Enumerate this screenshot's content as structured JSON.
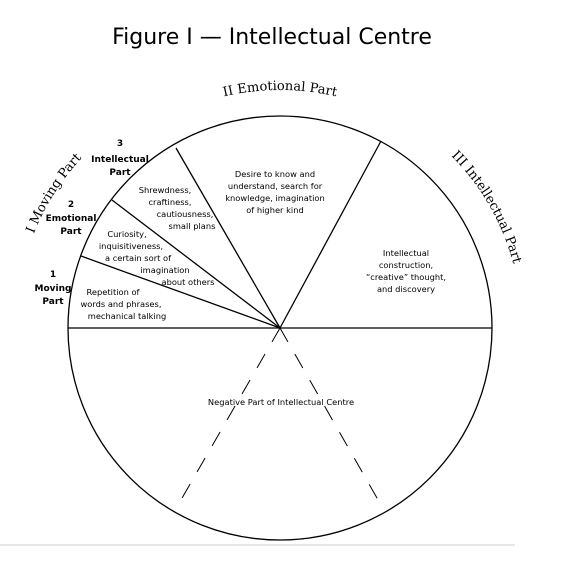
{
  "title": "Figure I — Intellectual Centre",
  "parts": {
    "emotional": "II  Emotional Part",
    "intellectual": "III  Intellectual Part",
    "moving": "I  Moving Part"
  },
  "subparts": {
    "moving": {
      "number": "1",
      "name_line1": "Moving",
      "name_line2": "Part"
    },
    "emotional": {
      "number": "2",
      "name_line1": "Emotional",
      "name_line2": "Part"
    },
    "intellectual": {
      "number": "3",
      "name_line1": "Intellectual",
      "name_line2": "Part"
    }
  },
  "sectors": {
    "repetition": [
      "Repetition of",
      "words and phrases,",
      "mechanical talking"
    ],
    "curiosity": [
      "Curiosity,",
      "inquisitiveness,",
      "a certain sort of",
      "imagination",
      "about others"
    ],
    "shrewdness": [
      "Shrewdness,",
      "craftiness,",
      "cautiousness,",
      "small plans"
    ],
    "desire": [
      "Desire to know and",
      "understand, search for",
      "knowledge, imagination",
      "of higher kind"
    ],
    "construction": [
      "Intellectual",
      "construction,",
      "“creative” thought,",
      "and discovery"
    ],
    "negative": "Negative Part of Intellectual Centre"
  }
}
